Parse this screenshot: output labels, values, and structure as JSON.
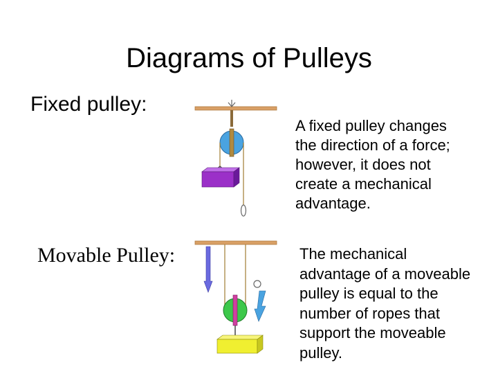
{
  "slide": {
    "title": "Diagrams of Pulleys"
  },
  "fixed": {
    "label": "Fixed pulley:",
    "description": "A fixed pulley changes the direction of a force; however, it does not create a mechanical advantage."
  },
  "movable": {
    "label": "Movable Pulley:",
    "description": "The mechanical advantage of a moveable pulley is equal to the number of ropes that support the moveable pulley."
  },
  "colors": {
    "ceiling": "#d9a066",
    "fixed_pulley": "#4aa3e0",
    "fixed_weight": "#9b30c8",
    "movable_pulley": "#3cc84a",
    "movable_weight": "#f0ef30",
    "rope": "#a07a30",
    "arrow": "#6a6ae0"
  }
}
